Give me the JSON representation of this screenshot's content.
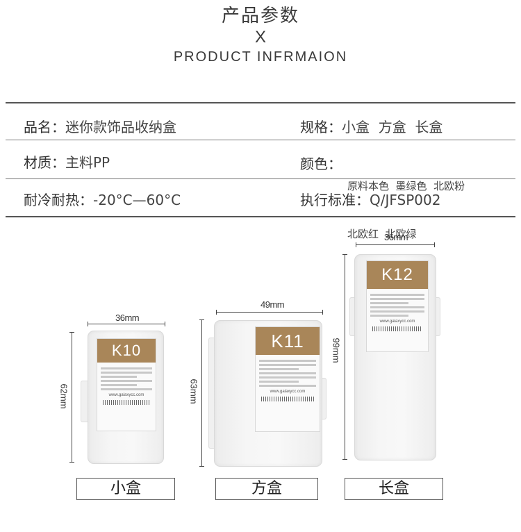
{
  "header": {
    "title_cn": "产品参数",
    "separator": "X",
    "title_en": "PRODUCT INFRMAION"
  },
  "specs": {
    "name": {
      "label": "品名：",
      "value": "迷你款饰品收纳盒"
    },
    "spec": {
      "label": "规格：",
      "value": "小盒  方盒  长盒"
    },
    "material": {
      "label": "材质：",
      "value": "主料PP"
    },
    "color": {
      "label": "颜色：",
      "line1": "原料本色  墨绿色  北欧粉",
      "line2": "北欧红  北欧绿"
    },
    "temperature": {
      "label": "耐冷耐热：",
      "value": "-20°C—60°C"
    },
    "standard": {
      "label": "执行标准：",
      "value": "Q/JFSP002"
    }
  },
  "products": [
    {
      "code": "K10",
      "name": "小盒",
      "width_label": "36mm",
      "height_label": "62mm"
    },
    {
      "code": "K11",
      "name": "方盒",
      "width_label": "49mm",
      "height_label": "63mm"
    },
    {
      "code": "K12",
      "name": "长盒",
      "width_label": "36mm",
      "height_label": "99mm"
    }
  ],
  "label_site": "www.galaxycc.com",
  "colors": {
    "label_tan": "#a98659",
    "rule": "#555555",
    "box": "#f4f4f4"
  }
}
